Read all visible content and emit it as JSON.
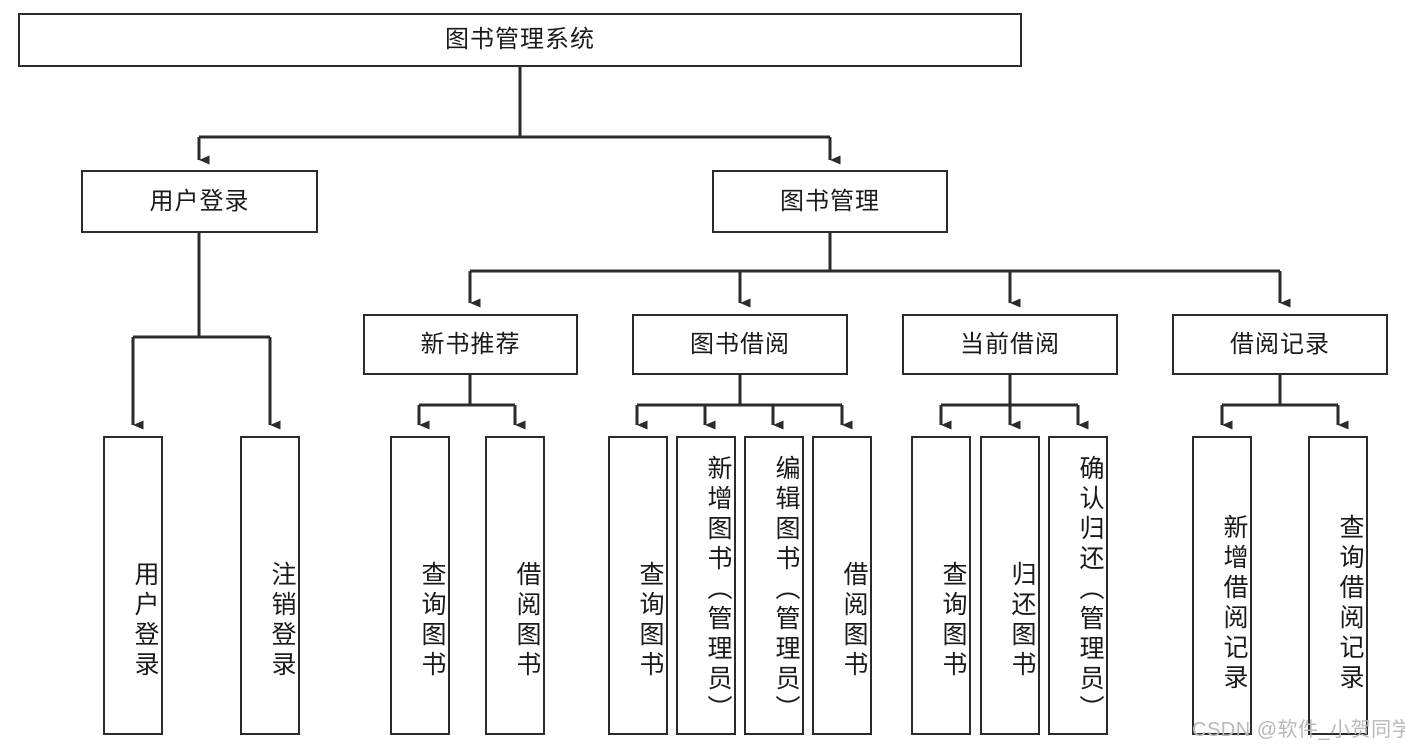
{
  "diagram": {
    "title": "图书管理系统",
    "type": "tree-hierarchy-chart",
    "watermark": "CSDN @软件_小贺同学",
    "colors": {
      "box_border": "#2b2b2b",
      "box_fill": "#ffffff",
      "line": "#2b2b2b",
      "text": "#1a1a1a",
      "watermark": "#b8b8b8",
      "background": "#ffffff"
    },
    "nodes": {
      "root": {
        "label": "图书管理系统"
      },
      "level2": [
        {
          "id": "user-login",
          "label": "用户登录"
        },
        {
          "id": "book-manage",
          "label": "图书管理"
        }
      ],
      "level3": [
        {
          "id": "new-book-recommend",
          "label": "新书推荐"
        },
        {
          "id": "book-borrow",
          "label": "图书借阅"
        },
        {
          "id": "current-borrow",
          "label": "当前借阅"
        },
        {
          "id": "borrow-record",
          "label": "借阅记录"
        }
      ],
      "leaves": {
        "user_login": [
          {
            "id": "leaf-user-login",
            "label": "用户登录"
          },
          {
            "id": "leaf-logout-login",
            "label": "注销登录"
          }
        ],
        "new_book_recommend": [
          {
            "id": "leaf-query-book-1",
            "label": "查询图书"
          },
          {
            "id": "leaf-borrow-book-1",
            "label": "借阅图书"
          }
        ],
        "book_borrow": [
          {
            "id": "leaf-query-book-2",
            "label": "查询图书"
          },
          {
            "id": "leaf-add-book",
            "label": "新增图书（管理员）"
          },
          {
            "id": "leaf-edit-book",
            "label": "编辑图书（管理员）"
          },
          {
            "id": "leaf-borrow-book-2",
            "label": "借阅图书"
          }
        ],
        "current_borrow": [
          {
            "id": "leaf-query-book-3",
            "label": "查询图书"
          },
          {
            "id": "leaf-return-book",
            "label": "归还图书"
          },
          {
            "id": "leaf-confirm-return",
            "label": "确认归还（管理员）"
          }
        ],
        "borrow_record": [
          {
            "id": "leaf-add-record",
            "label": "新增借阅记录"
          },
          {
            "id": "leaf-query-record",
            "label": "查询借阅记录"
          }
        ]
      }
    }
  }
}
